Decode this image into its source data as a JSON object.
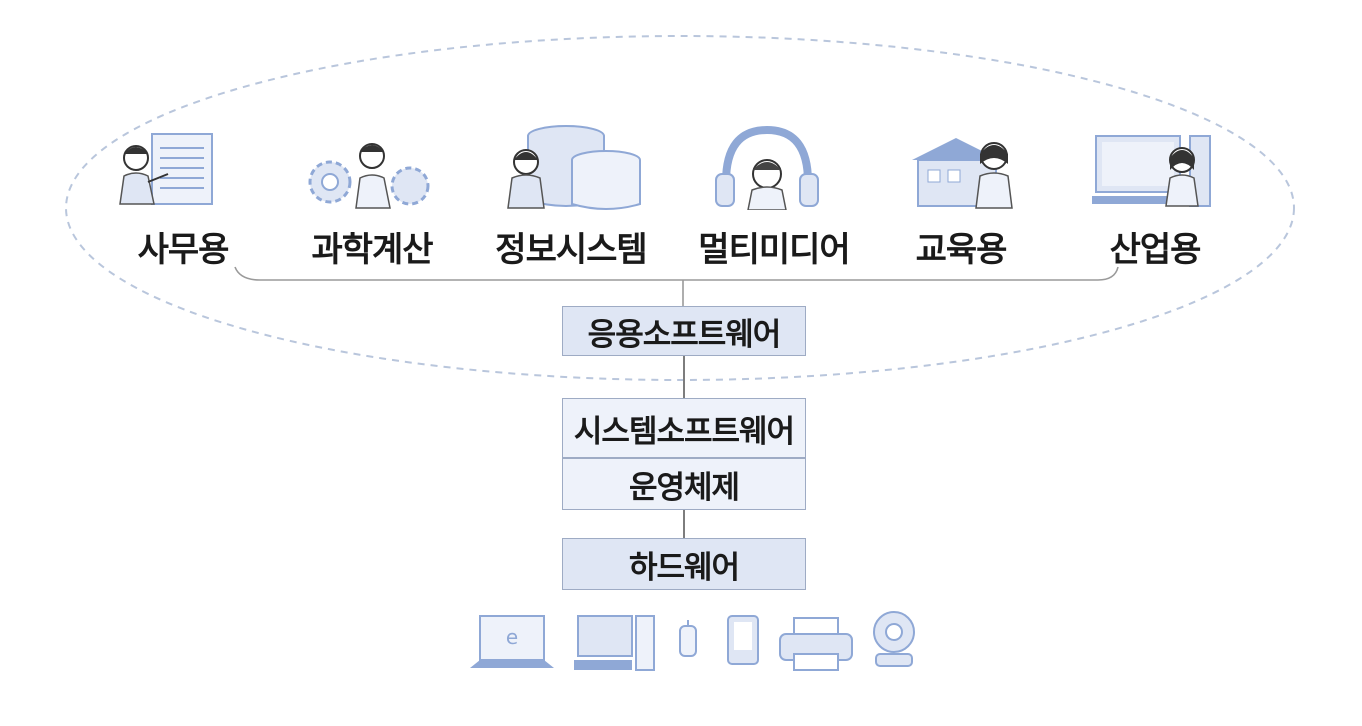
{
  "categories": [
    {
      "label": "사무용",
      "icon": "office-worker-icon"
    },
    {
      "label": "과학계산",
      "icon": "scientist-gears-icon"
    },
    {
      "label": "정보시스템",
      "icon": "database-icon"
    },
    {
      "label": "멀티미디어",
      "icon": "headphones-icon"
    },
    {
      "label": "교육용",
      "icon": "school-icon"
    },
    {
      "label": "산업용",
      "icon": "industrial-computer-icon"
    }
  ],
  "layers": {
    "application": "응용소프트웨어",
    "system": "시스템소프트웨어",
    "os": "운영체제",
    "hardware": "하드웨어"
  },
  "hardware_icons": [
    "laptop-icon",
    "desktop-pc-icon",
    "mobile-phone-icon",
    "tablet-icon",
    "printer-icon",
    "webcam-icon"
  ],
  "colors": {
    "box_fill": "#dfe6f4",
    "box_border": "#9eabc4",
    "icon_blue": "#8fa8d6",
    "ellipse": "#b9c6dc"
  }
}
